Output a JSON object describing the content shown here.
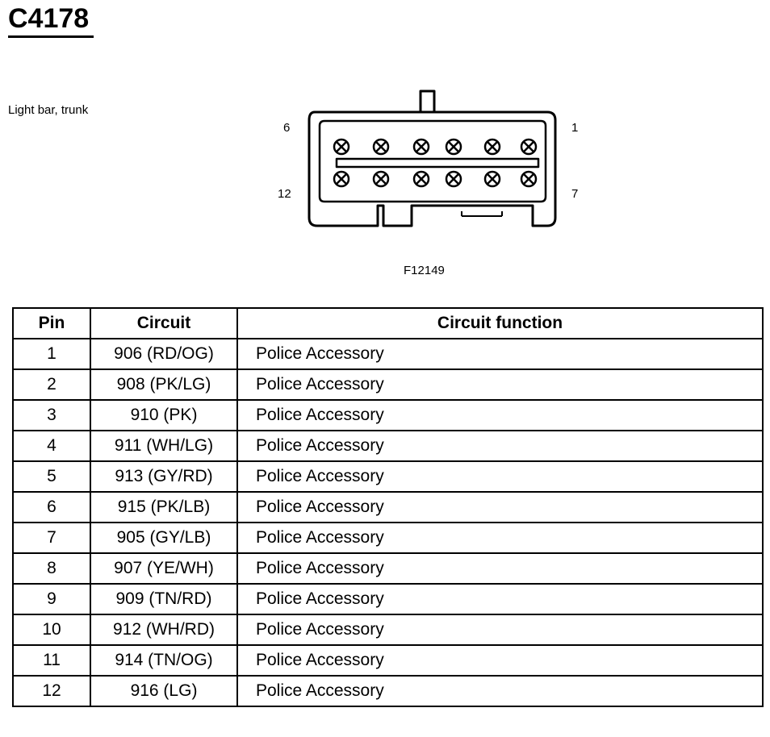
{
  "connector": {
    "id": "C4178",
    "location": "Light bar, trunk",
    "figure_id": "F12149",
    "pin_labels": {
      "top_left": "6",
      "top_right": "1",
      "bottom_left": "12",
      "bottom_right": "7"
    }
  },
  "table": {
    "headers": {
      "pin": "Pin",
      "circuit": "Circuit",
      "function": "Circuit function"
    },
    "rows": [
      {
        "pin": "1",
        "circuit": "906 (RD/OG)",
        "function": "Police Accessory"
      },
      {
        "pin": "2",
        "circuit": "908 (PK/LG)",
        "function": "Police Accessory"
      },
      {
        "pin": "3",
        "circuit": "910 (PK)",
        "function": "Police Accessory"
      },
      {
        "pin": "4",
        "circuit": "911 (WH/LG)",
        "function": "Police Accessory"
      },
      {
        "pin": "5",
        "circuit": "913 (GY/RD)",
        "function": "Police Accessory"
      },
      {
        "pin": "6",
        "circuit": "915 (PK/LB)",
        "function": "Police Accessory"
      },
      {
        "pin": "7",
        "circuit": "905 (GY/LB)",
        "function": "Police Accessory"
      },
      {
        "pin": "8",
        "circuit": "907 (YE/WH)",
        "function": "Police Accessory"
      },
      {
        "pin": "9",
        "circuit": "909 (TN/RD)",
        "function": "Police Accessory"
      },
      {
        "pin": "10",
        "circuit": "912 (WH/RD)",
        "function": "Police Accessory"
      },
      {
        "pin": "11",
        "circuit": "914 (TN/OG)",
        "function": "Police Accessory"
      },
      {
        "pin": "12",
        "circuit": "916 (LG)",
        "function": "Police Accessory"
      }
    ]
  }
}
